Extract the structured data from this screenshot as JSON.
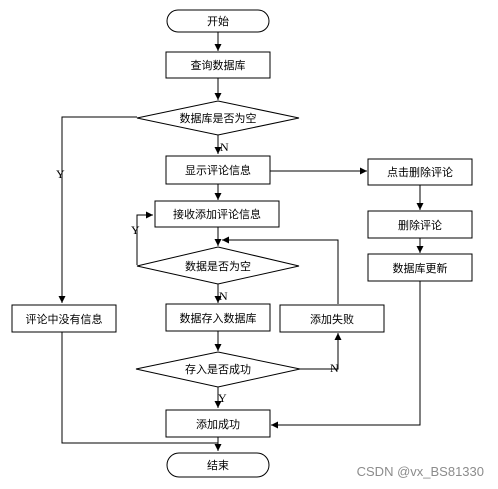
{
  "flowchart": {
    "nodes": {
      "start": "开始",
      "query_db": "查询数据库",
      "db_empty": "数据库是否为空",
      "show_comments": "显示评论信息",
      "receive_add": "接收添加评论信息",
      "data_empty": "数据是否为空",
      "store_data": "数据存入数据库",
      "store_ok": "存入是否成功",
      "add_success": "添加成功",
      "end": "结束",
      "no_comments": "评论中没有信息",
      "click_delete": "点击删除评论",
      "delete_comment": "删除评论",
      "db_update": "数据库更新",
      "add_fail": "添加失败"
    },
    "labels": {
      "yes": "Y",
      "no": "N"
    }
  },
  "watermark": "CSDN @vx_BS81330"
}
